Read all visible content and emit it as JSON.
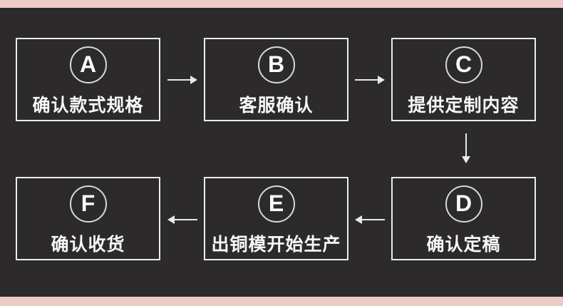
{
  "page": {
    "background_color": "#2c2a2a",
    "accent_strip_color": "#efcbc7",
    "box_border_color": "#ececec",
    "text_color": "#f7f7f7",
    "arrow_color": "#e9e9e9"
  },
  "flowchart": {
    "steps": [
      {
        "letter": "A",
        "label": "确认款式规格"
      },
      {
        "letter": "B",
        "label": "客服确认"
      },
      {
        "letter": "C",
        "label": "提供定制内容"
      },
      {
        "letter": "D",
        "label": "确认定稿"
      },
      {
        "letter": "E",
        "label": "出铜模开始生产"
      },
      {
        "letter": "F",
        "label": "确认收货"
      }
    ],
    "arrows": [
      {
        "from": "A",
        "to": "B",
        "direction": "right"
      },
      {
        "from": "B",
        "to": "C",
        "direction": "right"
      },
      {
        "from": "C",
        "to": "D",
        "direction": "down"
      },
      {
        "from": "D",
        "to": "E",
        "direction": "left"
      },
      {
        "from": "E",
        "to": "F",
        "direction": "left"
      }
    ]
  }
}
